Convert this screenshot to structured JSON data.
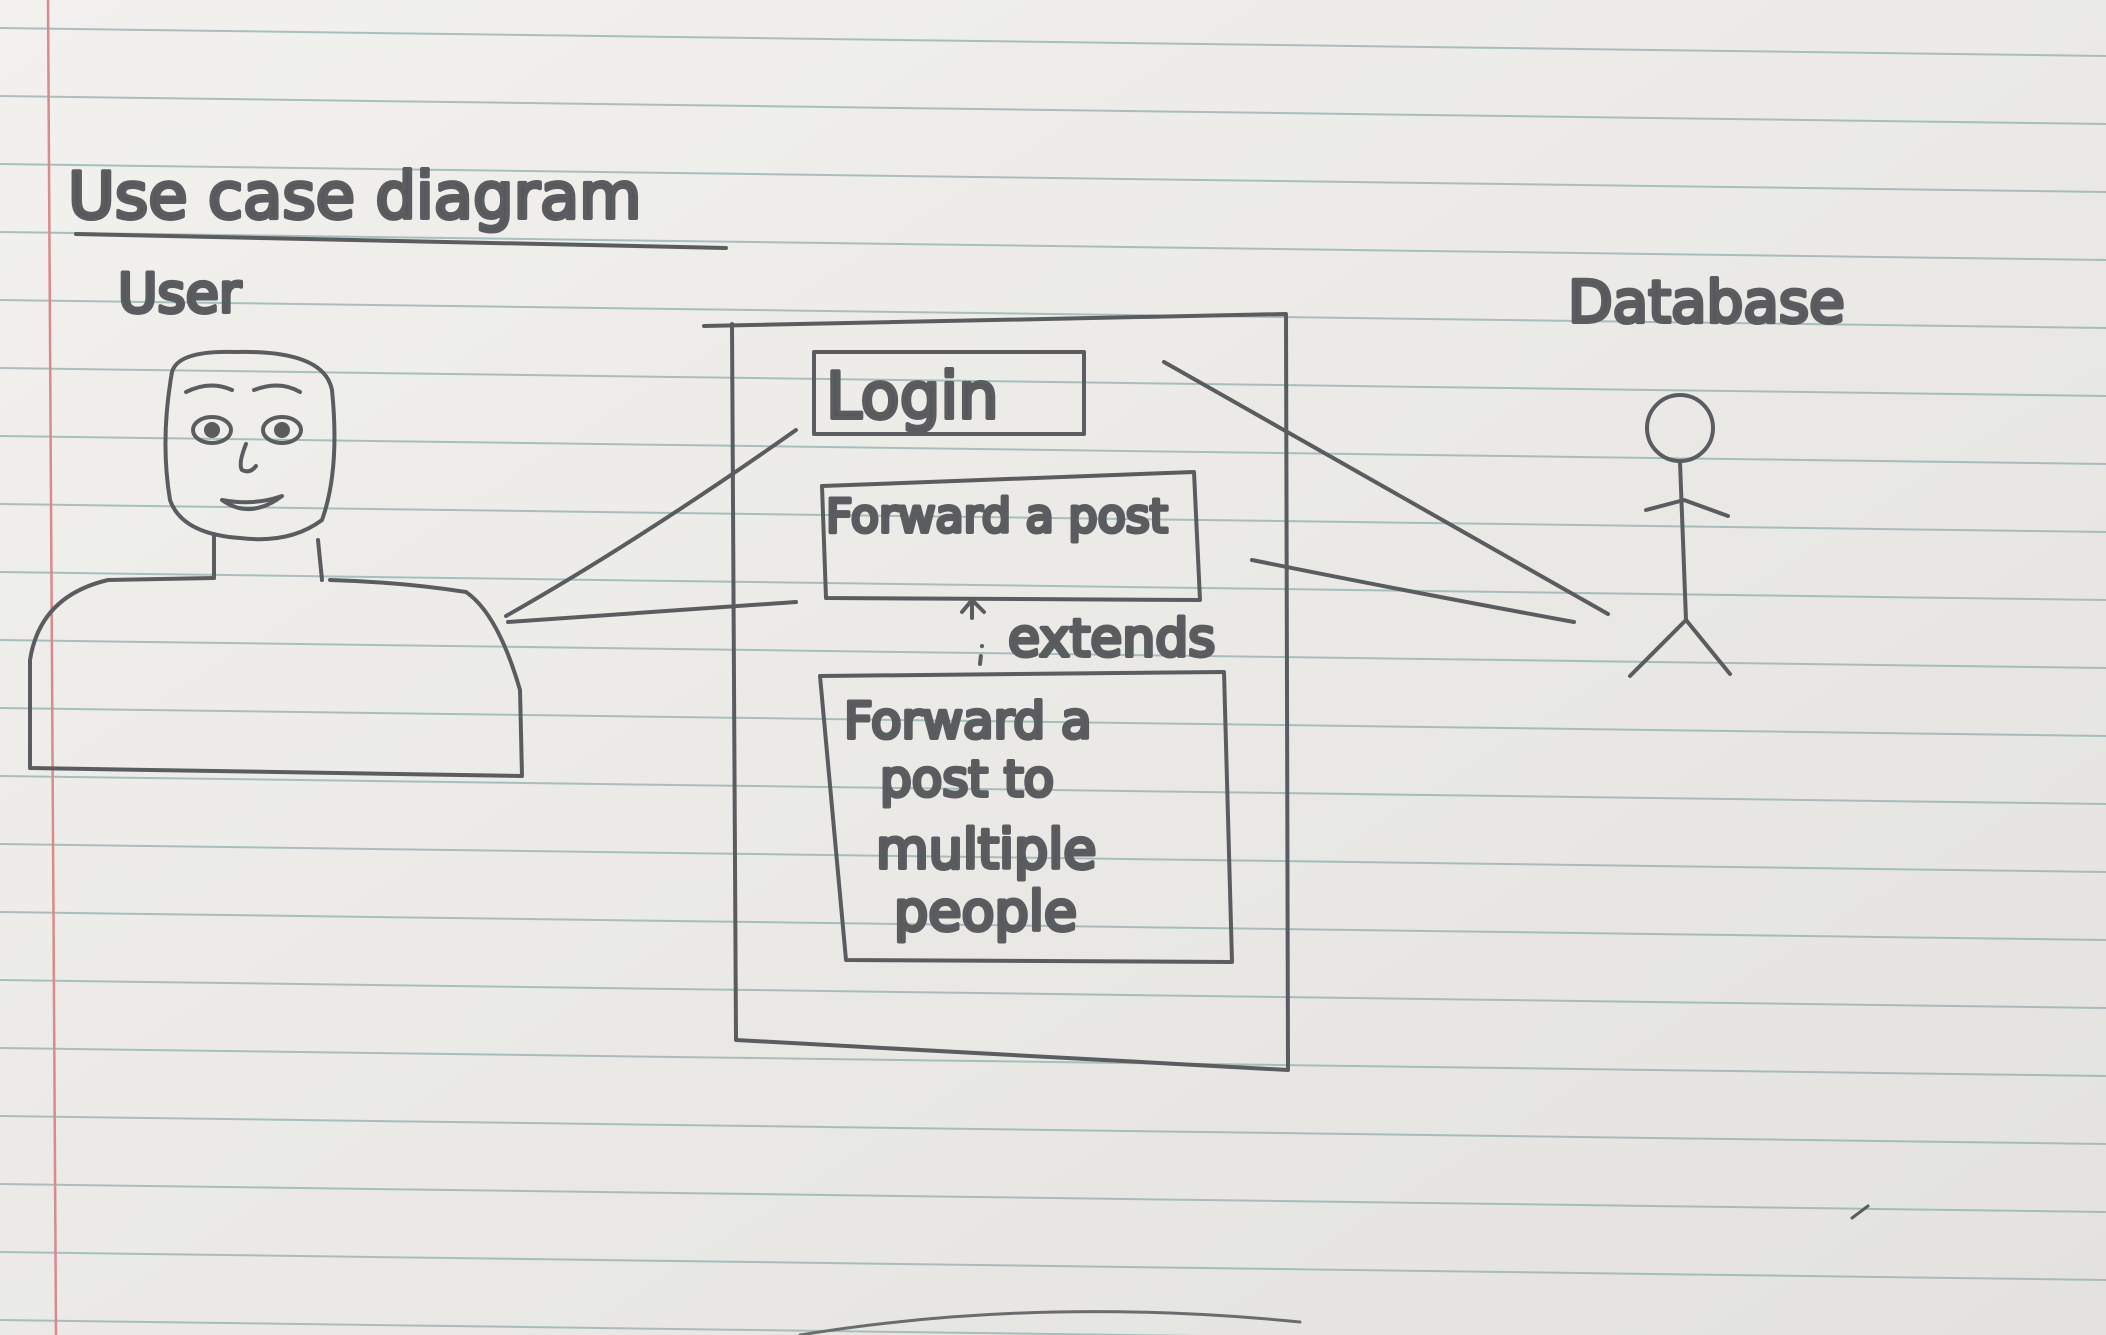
{
  "title": "Use case diagram",
  "actors": {
    "user": {
      "label": "User"
    },
    "database": {
      "label": "Database"
    }
  },
  "use_cases": {
    "login": {
      "label": "Login"
    },
    "forward_post": {
      "label": "Forward a post"
    },
    "forward_multiple": {
      "lines": [
        "Forward a",
        "post to",
        "multiple",
        "people"
      ]
    }
  },
  "relations": {
    "extends": {
      "label": "extends"
    }
  },
  "colors": {
    "paper": "#ecebe7",
    "rule_line": "#8fb0ae",
    "margin_line": "#d98a8a",
    "pencil": "#5a5c5f"
  }
}
